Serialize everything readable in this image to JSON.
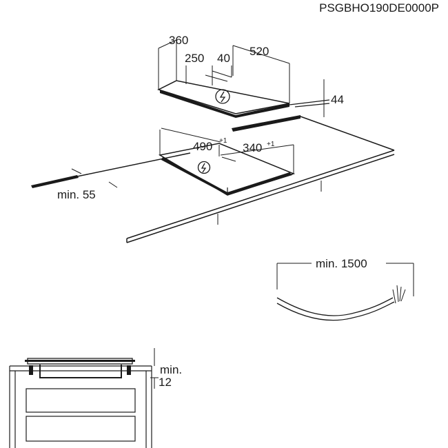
{
  "document_code": "PSGBHO190DE0000P",
  "hob_dimensions": {
    "depth": "360",
    "offset_a": "250",
    "offset_b": "40",
    "width": "520",
    "height": "44"
  },
  "cutout_dimensions": {
    "width": "490",
    "width_tolerance": "+1",
    "depth": "340",
    "depth_tolerance": "+1",
    "min_front_distance": "min. 55"
  },
  "cable": {
    "min_length": "min. 1500"
  },
  "side_view": {
    "min_label": "min.",
    "min_value": "12"
  }
}
